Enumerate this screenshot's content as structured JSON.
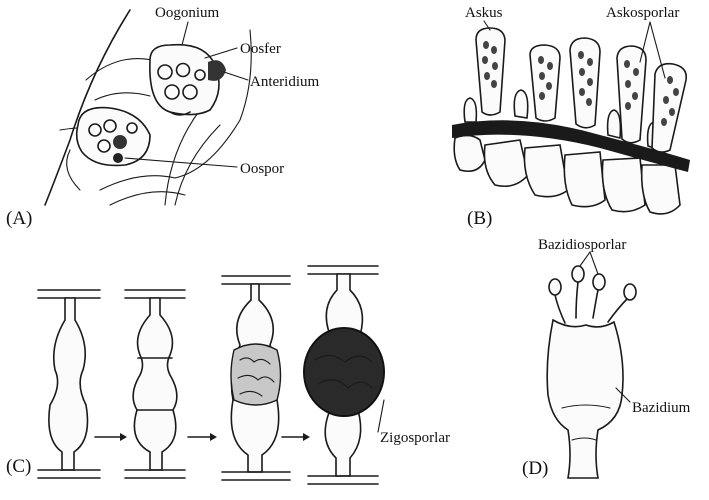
{
  "panels": {
    "a": "(A)",
    "b": "(B)",
    "c": "(C)",
    "d": "(D)"
  },
  "labels": {
    "oogonium": "Oogonium",
    "oosfer": "Oosfer",
    "anteridium": "Anteridium",
    "oospor": "Oospor",
    "askus": "Askus",
    "askosporlar": "Askosporlar",
    "bazidiosporlar": "Bazidiosporlar",
    "bazidium": "Bazidium",
    "zigosporlar": "Zigosporlar"
  },
  "colors": {
    "ink": "#1a1a1a",
    "background": "#ffffff"
  }
}
